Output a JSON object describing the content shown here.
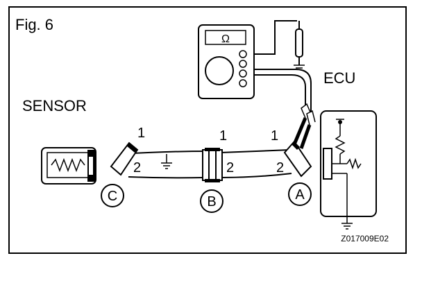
{
  "figure": {
    "label": "Fig. 6",
    "code": "Z017009E02"
  },
  "labels": {
    "sensor": "SENSOR",
    "ecu": "ECU"
  },
  "connectors": [
    {
      "id": "C",
      "label": "C"
    },
    {
      "id": "B",
      "label": "B"
    },
    {
      "id": "A",
      "label": "A"
    }
  ],
  "pins": {
    "c_pin1": "1",
    "c_pin2": "2",
    "b_pin1": "1",
    "b_pin2": "2",
    "a_pin1": "1",
    "a_pin2": "2"
  },
  "meter": {
    "display": "Ω",
    "icon": "ohmmeter-icon"
  }
}
